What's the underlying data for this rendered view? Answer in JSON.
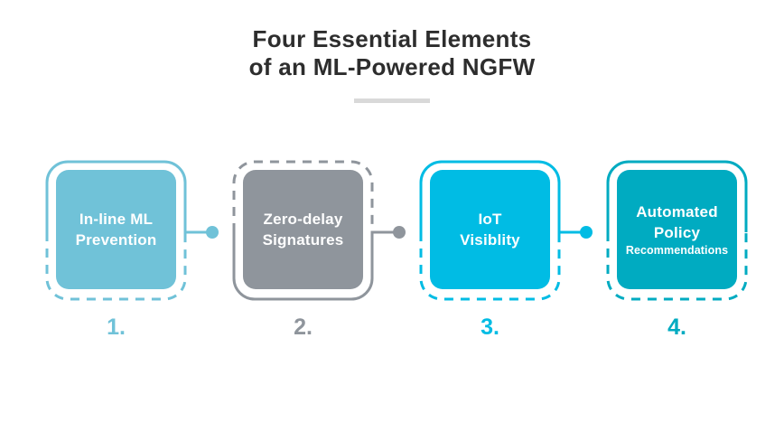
{
  "title": {
    "line1": "Four Essential Elements",
    "line2": "of an ML-Powered NGFW"
  },
  "colors": {
    "title": "#2d2d2d",
    "divider": "#d9d9d9"
  },
  "cards": [
    {
      "number": "1.",
      "label_line1": "In-line ML",
      "label_line2": "Prevention",
      "color": "#70c2d8",
      "border_style": "solid top, dashed bottom",
      "connector_to_next": true
    },
    {
      "number": "2.",
      "label_line1": "Zero-delay",
      "label_line2": "Signatures",
      "color": "#8f959c",
      "border_style": "dashed top, solid bottom",
      "connector_to_next": true
    },
    {
      "number": "3.",
      "label_line1": "IoT",
      "label_line2": "Visiblity",
      "color": "#00bce4",
      "border_style": "solid top, dashed bottom",
      "connector_to_next": true
    },
    {
      "number": "4.",
      "label_line1": "Automated",
      "label_line2": "Policy",
      "label_line3": "Recommendations",
      "color": "#00abc1",
      "border_style": "solid top, dashed bottom",
      "connector_to_next": false
    }
  ]
}
